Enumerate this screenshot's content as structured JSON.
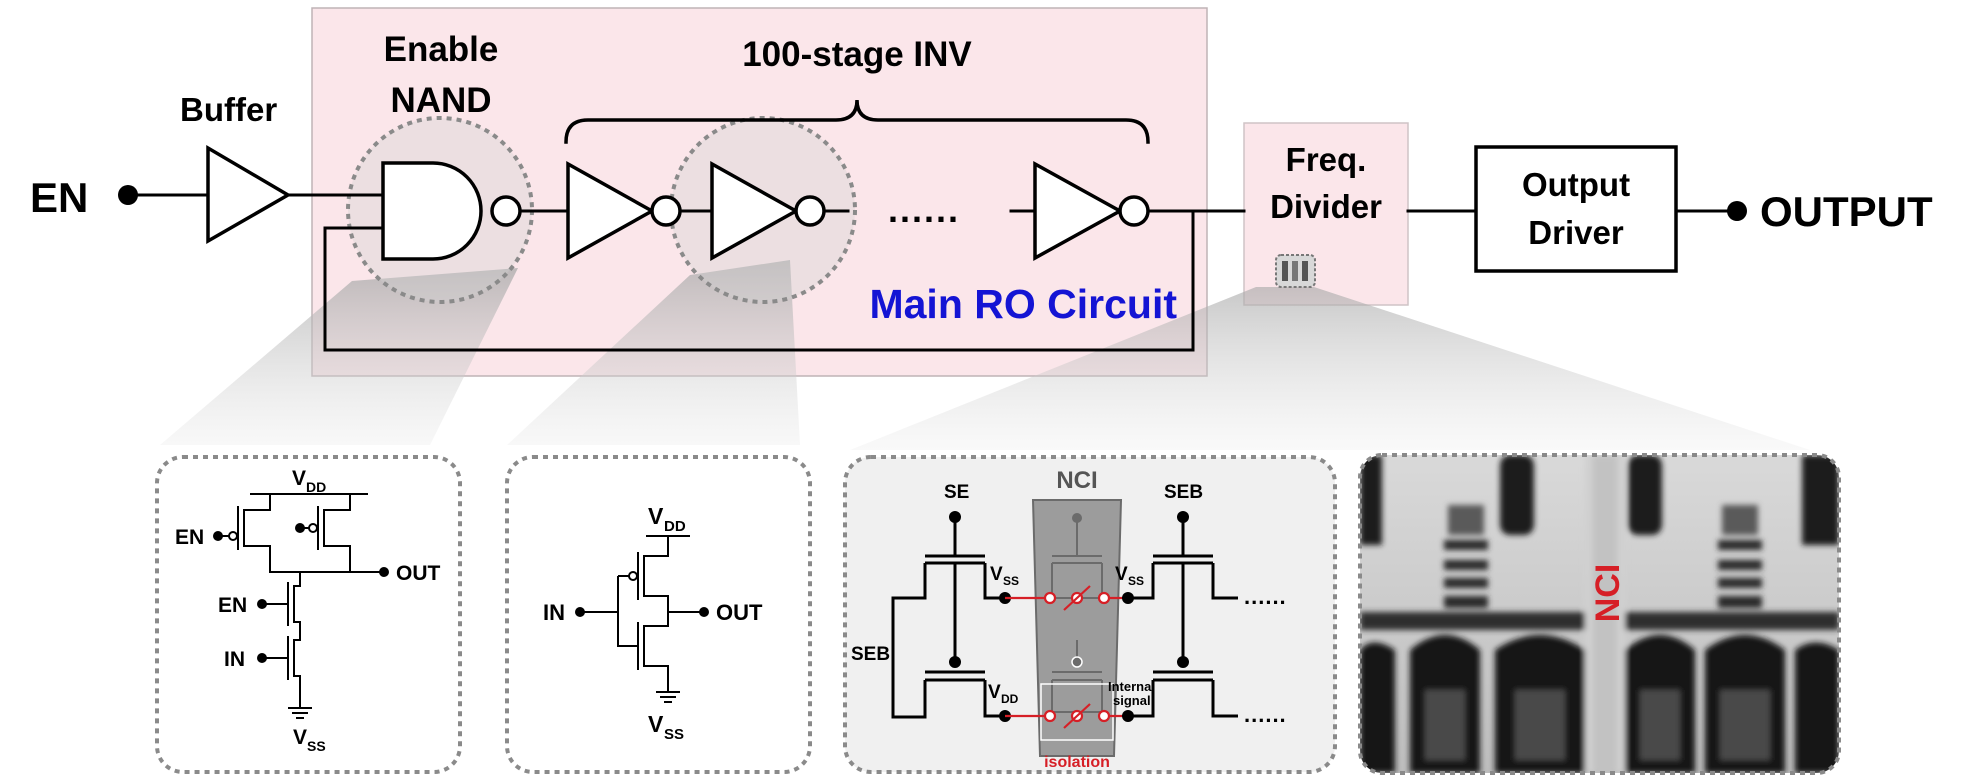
{
  "labels": {
    "en": "EN",
    "buffer": "Buffer",
    "enable_line1": "Enable",
    "enable_line2": "NAND",
    "inv_stage": "100-stage INV",
    "dots": "......",
    "main_ro": "Main RO Circuit",
    "freq_line1": "Freq.",
    "freq_line2": "Divider",
    "driver_line1": "Output",
    "driver_line2": "Driver",
    "output": "OUTPUT"
  },
  "nand_schematic": {
    "vdd": "V",
    "vdd_sub": "DD",
    "vss": "V",
    "vss_sub": "SS",
    "en_top": "EN",
    "en_mid": "EN",
    "in": "IN",
    "out": "OUT"
  },
  "inv_schematic": {
    "vdd": "V",
    "vdd_sub": "DD",
    "vss": "V",
    "vss_sub": "SS",
    "in": "IN",
    "out": "OUT"
  },
  "divider_schematic": {
    "nci": "NCI",
    "se": "SE",
    "seb_top": "SEB",
    "seb_left": "SEB",
    "vss_left": "V",
    "vss_left_sub": "SS",
    "vss_right": "V",
    "vss_right_sub": "SS",
    "vdd": "V",
    "vdd_sub": "DD",
    "internal_line1": "Internal",
    "internal_line2": "signal",
    "isolation": "isolation",
    "dots_top": "......",
    "dots_bottom": "......"
  },
  "micrograph": {
    "label": "NCI"
  },
  "colors": {
    "main_ro_text": "#1414d4",
    "ro_fill": "#fbe6ea",
    "nci_red": "#d61f26",
    "nci_gray": "#9c9c9c"
  }
}
